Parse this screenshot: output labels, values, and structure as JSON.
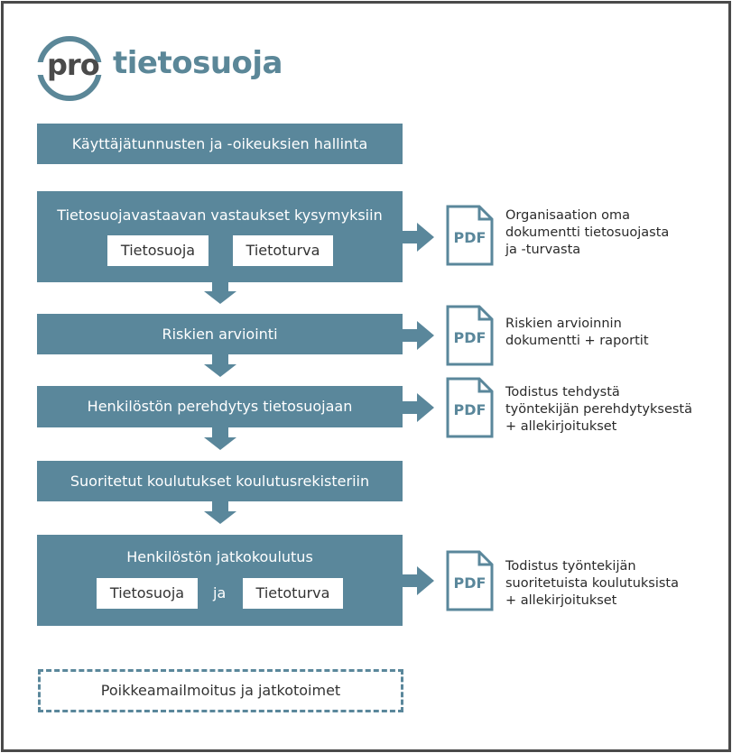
{
  "logo": {
    "pro": "pro",
    "name": "tietosuoja"
  },
  "boxes": {
    "b1": {
      "label": "Käyttäjätunnusten ja -oikeuksien hallinta"
    },
    "b2": {
      "label": "Tietosuojavastaavan vastaukset kysymyksiin",
      "chip1": "Tietosuoja",
      "chip2": "Tietoturva"
    },
    "b3": {
      "label": "Riskien arviointi"
    },
    "b4": {
      "label": "Henkilöstön perehdytys tietosuojaan"
    },
    "b5": {
      "label": "Suoritetut koulutukset koulutusrekisteriin"
    },
    "b6": {
      "label": "Henkilöstön jatkokoulutus",
      "chip1": "Tietosuoja",
      "joiner": "ja",
      "chip2": "Tietoturva"
    }
  },
  "outputs": [
    {
      "icon_text": "PDF",
      "lines": [
        "Organisaation oma",
        "dokumentti tietosuojasta",
        "ja -turvasta"
      ]
    },
    {
      "icon_text": "PDF",
      "lines": [
        "Riskien arvioinnin",
        "dokumentti + raportit"
      ]
    },
    {
      "icon_text": "PDF",
      "lines": [
        "Todistus tehdystä",
        "työntekijän perehdytyksestä",
        "+ allekirjoitukset"
      ]
    },
    {
      "icon_text": "PDF",
      "lines": [
        "Todistus työntekijän",
        "suoritetuista koulutuksista",
        "+ allekirjoitukset"
      ]
    }
  ],
  "dashed": {
    "label": "Poikkeamailmoitus ja jatkotoimet"
  },
  "colors": {
    "box": "#5a879b",
    "logo": "#5b8798",
    "frame": "#4a4a4a"
  }
}
